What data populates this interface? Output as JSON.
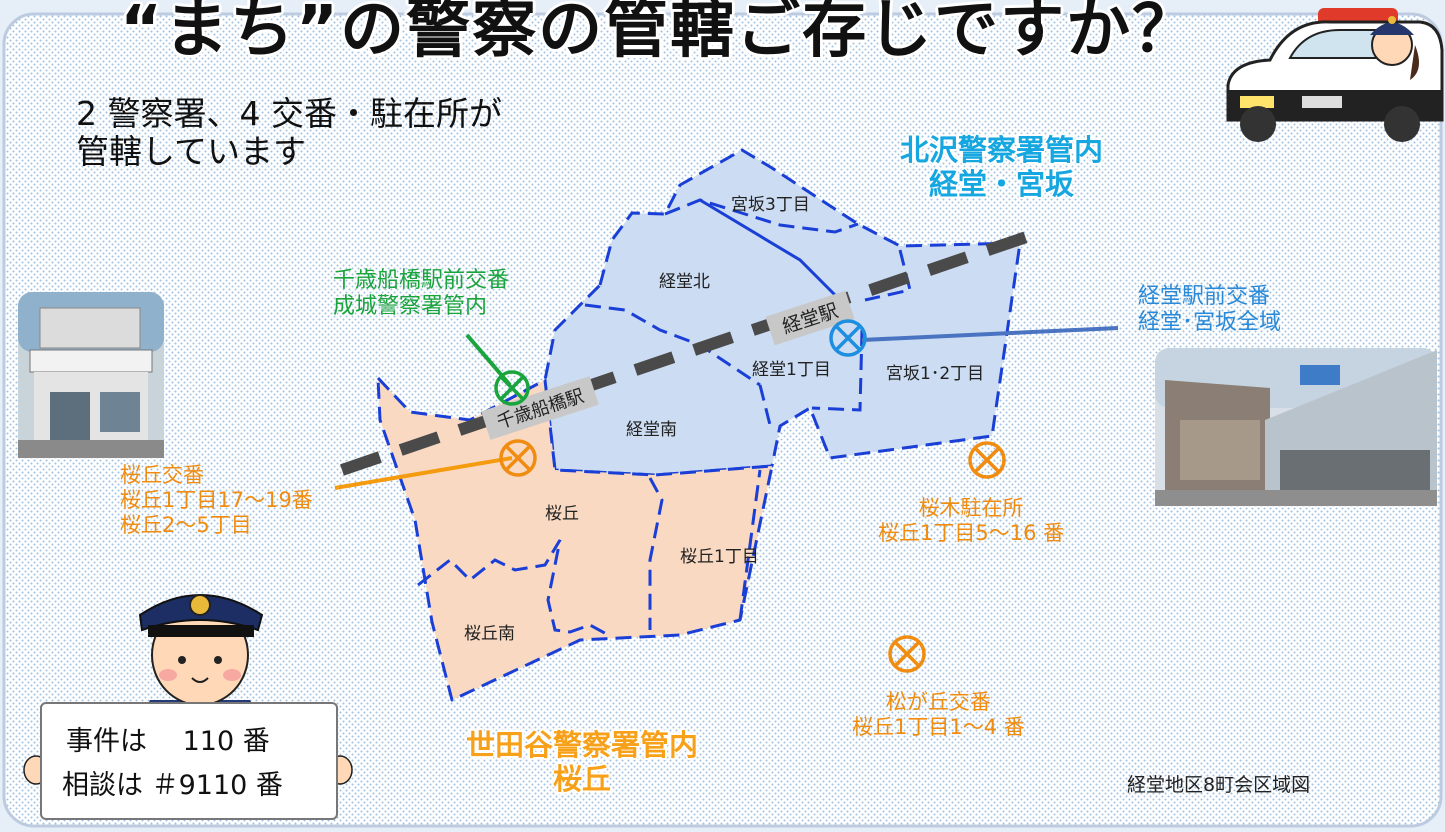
{
  "title": "“まち”の警察の管轄ご存じですか？",
  "subtitle": [
    "2 警察署、4 交番・駐在所が",
    "管轄しています"
  ],
  "stations": {
    "kitazawa": {
      "line1": "北沢警察署管内",
      "line2": "経堂・宮坂"
    },
    "setagaya": {
      "line1": "世田谷警察署管内",
      "line2": "桜丘"
    }
  },
  "koban": {
    "chitose": {
      "line1": "千歳船橋駅前交番",
      "line2": "成城警察署管内"
    },
    "kyodo": {
      "line1": "経堂駅前交番",
      "line2": "経堂･宮坂全域"
    },
    "sakuragaoka": {
      "line1": "桜丘交番",
      "line2": "桜丘1丁目17～19番",
      "line3": "桜丘2～5丁目"
    },
    "sakuragi": {
      "line1": "桜木駐在所",
      "line2": "桜丘1丁目5～16 番"
    },
    "matsugaoka": {
      "line1": "松が丘交番",
      "line2": "桜丘1丁目1～4 番"
    }
  },
  "areas": {
    "miyasaka3": "宮坂3丁目",
    "kyodo_kita": "経堂北",
    "kyodo1": "経堂1丁目",
    "miyasaka12": "宮坂1･2丁目",
    "kyodo_minami": "経堂南",
    "sakuragaoka": "桜丘",
    "sakuragaoka1": "桜丘1丁目",
    "sakuragaoka_minami": "桜丘南"
  },
  "rail_stations": {
    "kyodo": "経堂駅",
    "chitose": "千歳船橋駅"
  },
  "sign": {
    "line1": "事件は　 110 番",
    "line2": "相談は  ＃9110 番"
  },
  "caption": "経堂地区8町会区域図",
  "colors": {
    "blue_area": "#ccdcf2",
    "orange_area": "#f9d9c2",
    "boundary": "#1a3fd6",
    "orange": "#f08c10",
    "blue_accent": "#2a8ad8",
    "green": "#19a43c",
    "kitazawa_heading": "#17a7e0",
    "setagaya_heading": "#f7a11a"
  },
  "icons": [
    "police-car-icon",
    "police-officer-icon",
    "koban-photo",
    "station-photo",
    "koban-marker-icon"
  ]
}
